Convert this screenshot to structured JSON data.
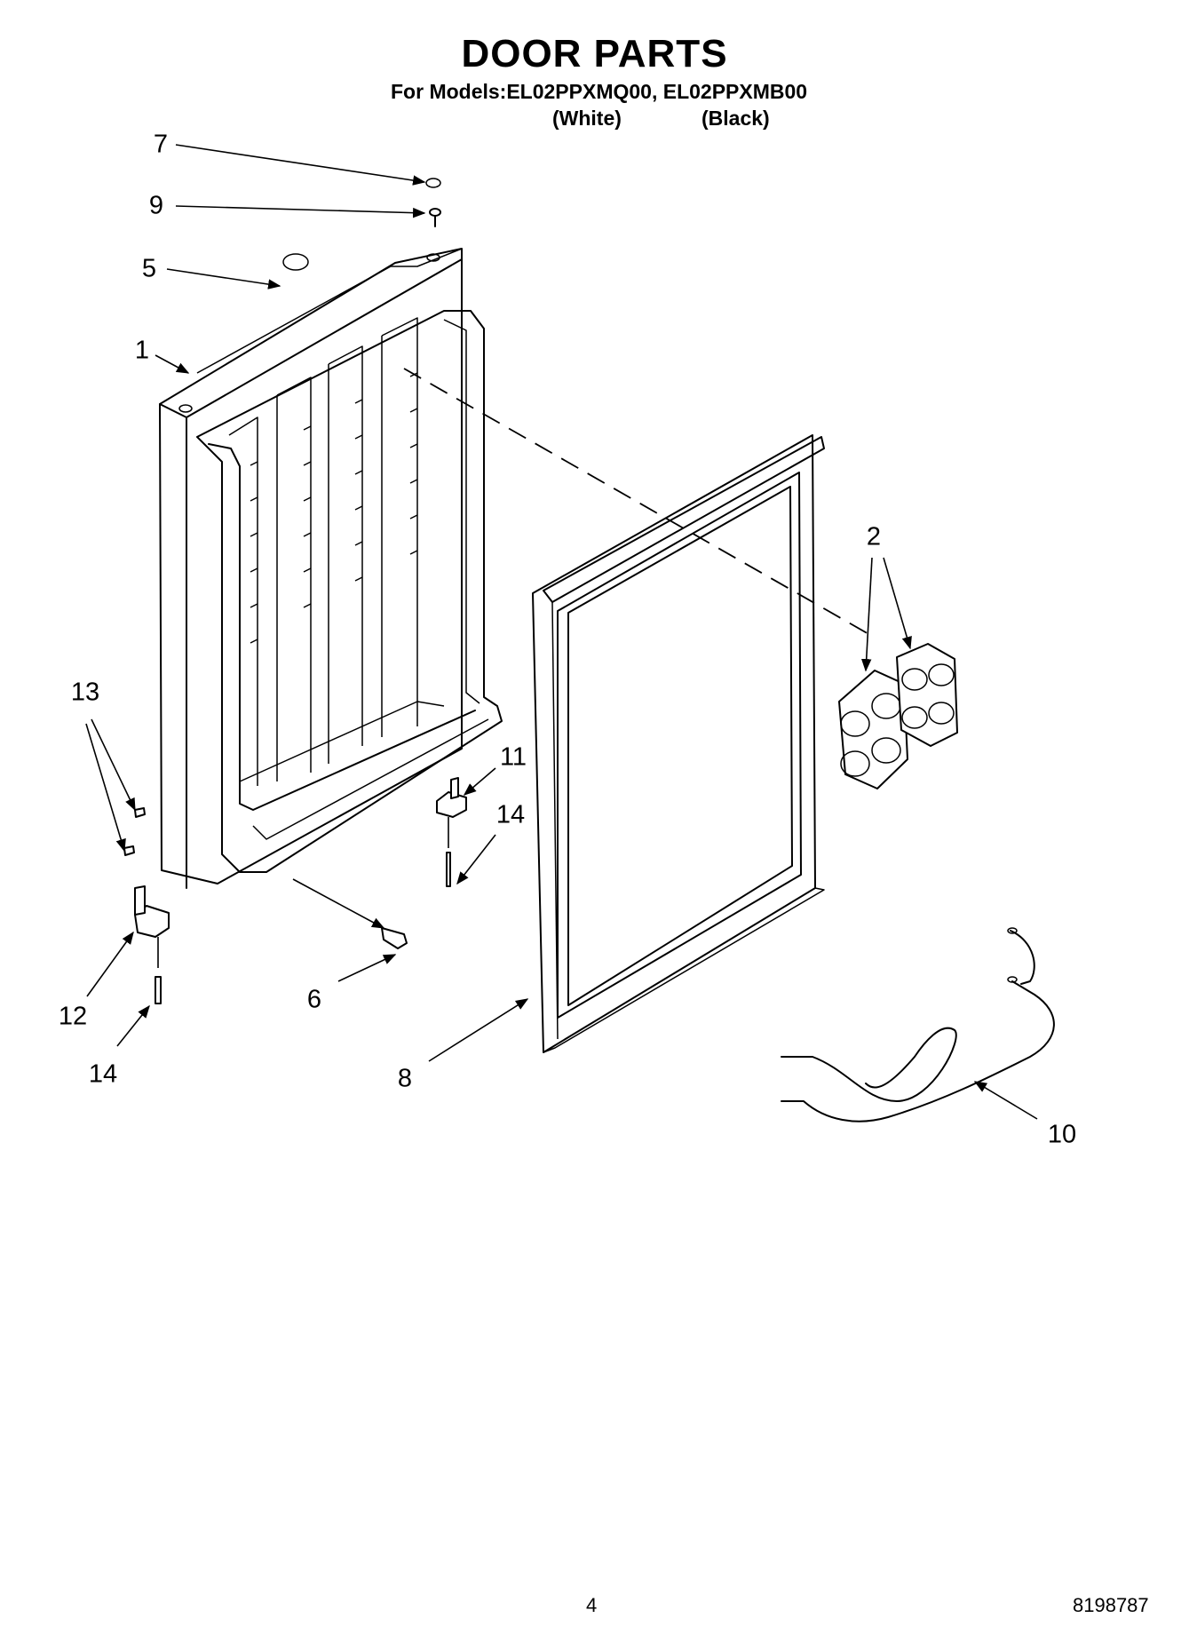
{
  "header": {
    "title": "DOOR PARTS",
    "models_line": "For Models:EL02PPXMQ00, EL02PPXMB00",
    "variant_white": "(White)",
    "variant_black": "(Black)"
  },
  "callouts": {
    "c1": "1",
    "c2": "2",
    "c5": "5",
    "c6": "6",
    "c7": "7",
    "c8": "8",
    "c9": "9",
    "c10": "10",
    "c11": "11",
    "c12": "12",
    "c13": "13",
    "c14a": "14",
    "c14b": "14"
  },
  "footer": {
    "page_number": "4",
    "doc_number": "8198787"
  }
}
